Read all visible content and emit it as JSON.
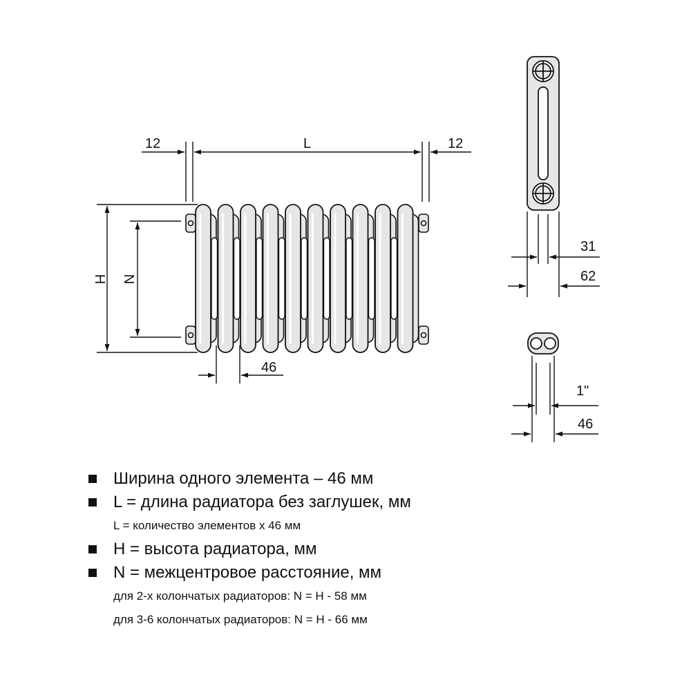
{
  "dimensions": {
    "end_left": "12",
    "length": "L",
    "end_right": "12",
    "height": "H",
    "center_distance": "N",
    "element_width": "46",
    "side_depth_inner": "31",
    "side_depth_outer": "62",
    "thread": "1\"",
    "plug_width": "46"
  },
  "legend": {
    "item1": "Ширина одного элемента – 46 мм",
    "item2": "L = длина радиатора без заглушек, мм",
    "item2_note": "L = количество элементов х 46 мм",
    "item3": "H = высота радиатора, мм",
    "item4": "N = межцентровое расстояние, мм",
    "item4_note1": "для 2-х колончатых радиаторов: N = H - 58 мм",
    "item4_note2": "для 3-6 колончатых радиаторов: N = H - 66 мм"
  },
  "colors": {
    "line": "#111111",
    "fill": "#e6e6e6"
  }
}
